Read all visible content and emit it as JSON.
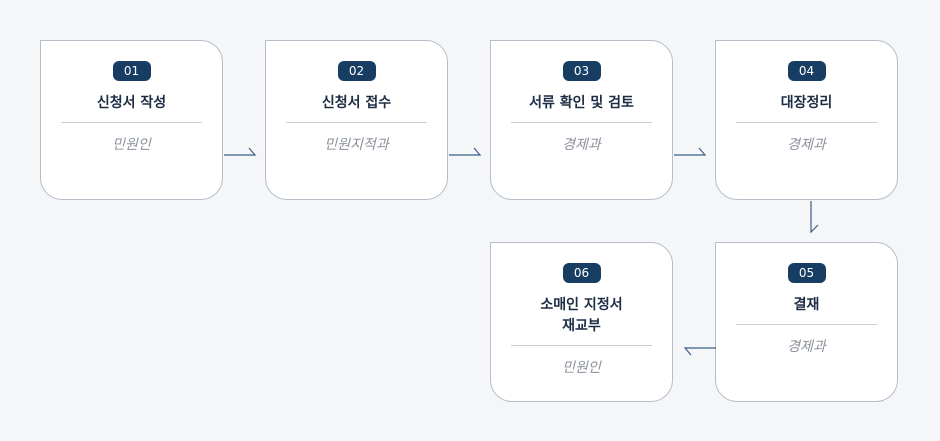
{
  "steps": [
    {
      "num": "01",
      "title": "신청서 작성",
      "dept": "민원인"
    },
    {
      "num": "02",
      "title": "신청서 접수",
      "dept": "민원지적과"
    },
    {
      "num": "03",
      "title": "서류 확인 및 검토",
      "dept": "경제과"
    },
    {
      "num": "04",
      "title": "대장정리",
      "dept": "경제과"
    },
    {
      "num": "05",
      "title": "결재",
      "dept": "경제과"
    },
    {
      "num": "06",
      "title_line1": "소매인 지정서",
      "title_line2": "재교부",
      "dept": "민원인"
    }
  ],
  "colors": {
    "badge": "#173d63",
    "title": "#1c2d44",
    "dept": "#8c929b",
    "border": "#b4bdc8",
    "arrow": "#3a5f86"
  }
}
